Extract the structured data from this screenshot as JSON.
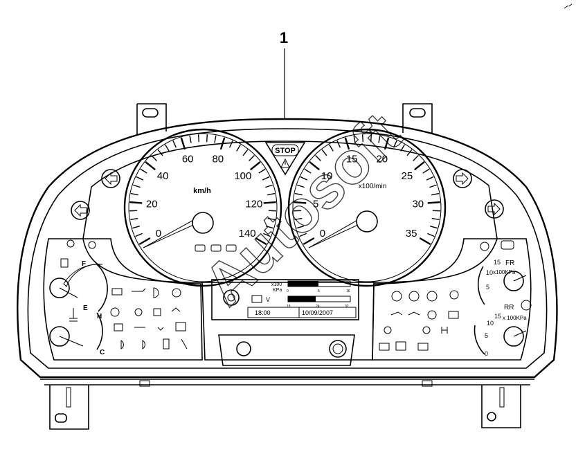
{
  "callout_number": "1",
  "stop_label": "STOP",
  "speedometer": {
    "unit": "km/h",
    "labels": [
      "0",
      "20",
      "40",
      "60",
      "80",
      "100",
      "120",
      "140"
    ]
  },
  "tachometer": {
    "unit": "x100/min",
    "labels": [
      "0",
      "5",
      "10",
      "15",
      "20",
      "25",
      "30",
      "35"
    ]
  },
  "front_pressure": {
    "tag": "FR",
    "unit": "x100KPa",
    "labels": [
      "5",
      "10",
      "15"
    ]
  },
  "rear_pressure": {
    "tag": "RR",
    "unit": "x 100KPa",
    "labels": [
      "0",
      "5",
      "10",
      "15"
    ]
  },
  "fuel_gauge": {
    "full": "F",
    "empty": "E"
  },
  "temp_gauge": {
    "hot": "H",
    "cold": "C"
  },
  "display": {
    "pressure_unit_top": "x100",
    "pressure_unit_bottom": "KPa",
    "pressure_scale": [
      "0",
      "5",
      "16"
    ],
    "voltage_label": "V",
    "voltage_scale": [
      "18",
      "24",
      "32"
    ],
    "time": "18:00",
    "date": "10/09/2007"
  },
  "watermark": "Autosoft"
}
